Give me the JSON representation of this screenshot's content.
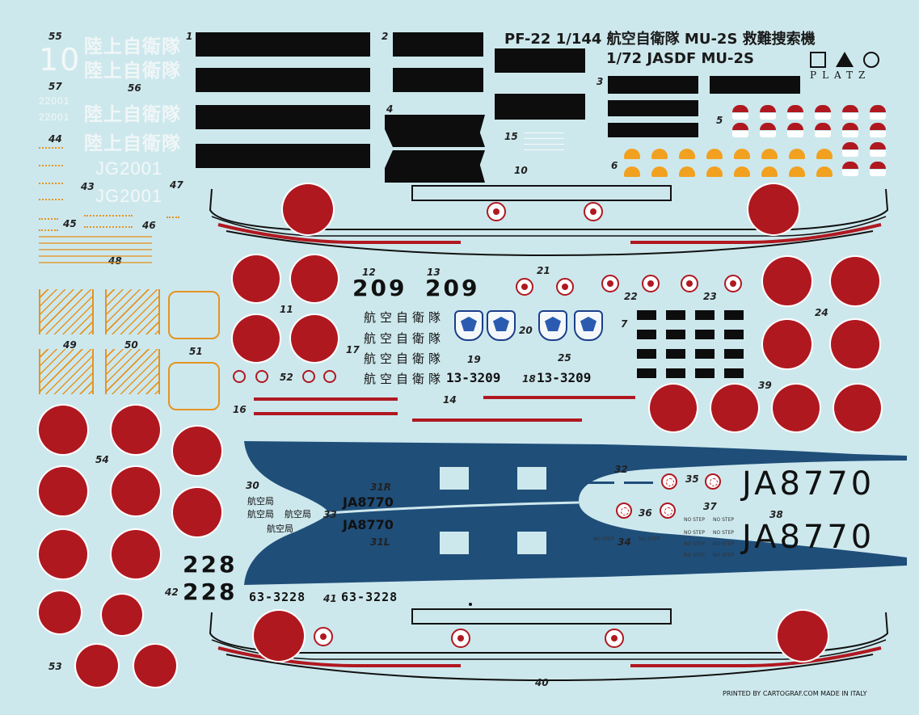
{
  "header": {
    "line1": "PF-22 1/144 航空自衛隊 MU-2S 救難捜索機",
    "line2": "1/72 JASDF MU-2S",
    "brand": "PLATZ"
  },
  "footer": {
    "printer": "PRINTED BY  CARTOGRAF.COM  MADE IN ITALY"
  },
  "markings": {
    "jgsdf_kanji": "陸上自衛隊",
    "jasdf_kanji": "航空自衛隊",
    "jcab_kanji": "航空局",
    "big_10": "10",
    "serial_22001": "22001",
    "serial_jg2001": "JG2001",
    "aircraft_209": "209",
    "serial_3209": "13-3209",
    "aircraft_228": "228",
    "serial_3228": "63-3228",
    "reg_ja8770": "JA8770",
    "no_step": "NO STEP"
  },
  "numbers": {
    "n1": "1",
    "n2": "2",
    "n3": "3",
    "n4": "4",
    "n5": "5",
    "n6": "6",
    "n7": "7",
    "n10": "10",
    "n11": "11",
    "n12": "12",
    "n13": "13",
    "n14": "14",
    "n15": "15",
    "n16": "16",
    "n17": "17",
    "n18": "18",
    "n19": "19",
    "n20": "20",
    "n21": "21",
    "n22": "22",
    "n23": "23",
    "n24": "24",
    "n25": "25",
    "n30": "30",
    "n31r": "31R",
    "n31l": "31L",
    "n32": "32",
    "n33": "33",
    "n34": "34",
    "n35": "35",
    "n36": "36",
    "n37": "37",
    "n38": "38",
    "n39": "39",
    "n40": "40",
    "n41": "41",
    "n42": "42",
    "n43": "43",
    "n44": "44",
    "n45": "45",
    "n46": "46",
    "n47": "47",
    "n48": "48",
    "n49": "49",
    "n50": "50",
    "n51": "51",
    "n52": "52",
    "n53": "53",
    "n54": "54",
    "n55": "55",
    "n56": "56",
    "n57": "57"
  },
  "colors": {
    "background": "#cde8ed",
    "hinomaru_red": "#b01820",
    "decal_black": "#0d0d0d",
    "navy_blue": "#1f4e79",
    "orange": "#f1a11f"
  }
}
